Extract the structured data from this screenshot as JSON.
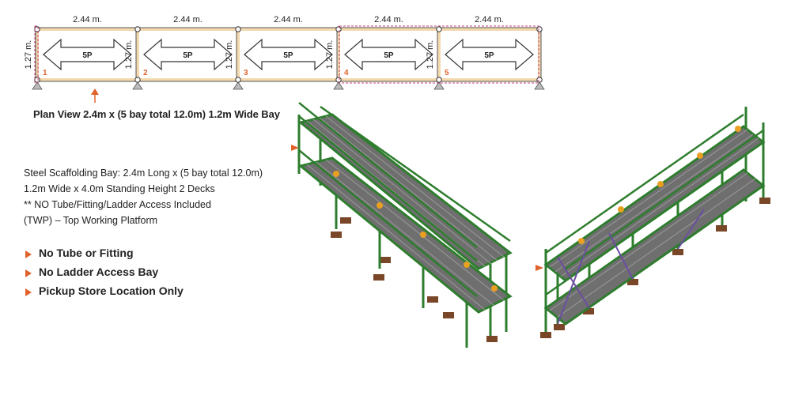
{
  "plan": {
    "bays": [
      {
        "width_label": "2.44 m.",
        "number": "1",
        "platform": "5P"
      },
      {
        "width_label": "2.44 m.",
        "number": "2",
        "platform": "5P"
      },
      {
        "width_label": "2.44 m.",
        "number": "3",
        "platform": "5P"
      },
      {
        "width_label": "2.44 m.",
        "number": "4",
        "platform": "5P"
      },
      {
        "width_label": "2.44 m.",
        "number": "5",
        "platform": "5P"
      }
    ],
    "depth_label": "1.27 m.",
    "title": "Plan View 2.4m x (5 bay total 12.0m) 1.2m Wide Bay"
  },
  "description": [
    "Steel Scaffolding Bay: 2.4m Long x (5 bay total 12.0m)",
    "1.2m Wide x 4.0m Standing Height 2 Decks",
    "** NO Tube/Fitting/Ladder Access Included",
    "(TWP) – Top Working Platform"
  ],
  "bullets": [
    "No Tube or Fitting",
    "No Ladder Access Bay",
    "Pickup Store Location Only"
  ],
  "colors": {
    "accent": "#e0622a",
    "bay_frame": "#f3d9ae",
    "frame_green": "#2e7d2e",
    "deck_grey": "#6f6f6f",
    "base_brown": "#7a4628",
    "brace_purple": "#6a4fa0"
  },
  "icons": [
    "double-arrow-icon",
    "support-triangle-icon",
    "up-arrow-icon",
    "bullet-arrow-icon"
  ]
}
